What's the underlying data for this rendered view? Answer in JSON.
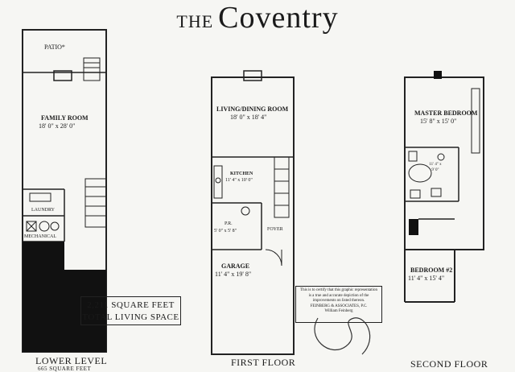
{
  "title": {
    "prefix": "THE",
    "name": "Coventry"
  },
  "lower_level": {
    "patio": "PATIO*",
    "family_room": "FAMILY ROOM",
    "family_room_size": "18' 0\" x 28' 0\"",
    "laundry": "LAUNDRY",
    "mechanical": "MECHANICAL",
    "label": "LOWER LEVEL",
    "sqft": "665 SQUARE FEET"
  },
  "first_floor": {
    "living": "LIVING/DINING ROOM",
    "living_size": "18' 0\" x 18' 4\"",
    "kitchen": "KITCHEN",
    "kitchen_size": "11' 4\" x 10' 0\"",
    "pr": "P.R.",
    "pr_size": "5' 0\" x 5' 8\"",
    "foyer": "FOYER",
    "garage": "GARAGE",
    "garage_size": "11' 4\" x 19' 8\"",
    "label": "FIRST FLOOR"
  },
  "second_floor": {
    "master": "MASTER BEDROOM",
    "master_size": "15' 8\" x 15' 0\"",
    "closet_size": "11' 4\" x 9' 0\"",
    "bedroom2": "BEDROOM #2",
    "bedroom2_size": "11' 4\" x 15' 4\"",
    "label": "SECOND FLOOR"
  },
  "total": {
    "line1": "2,211 SQUARE FEET",
    "line2": "TOTAL LIVING SPACE"
  },
  "certification": {
    "text": "This is to certify that this graphic representation is a true and accurate depiction of the improvements on listed thereon.",
    "firm": "FEINBERG & ASSOCIATES, P.C.",
    "signer": "William Feinberg"
  }
}
